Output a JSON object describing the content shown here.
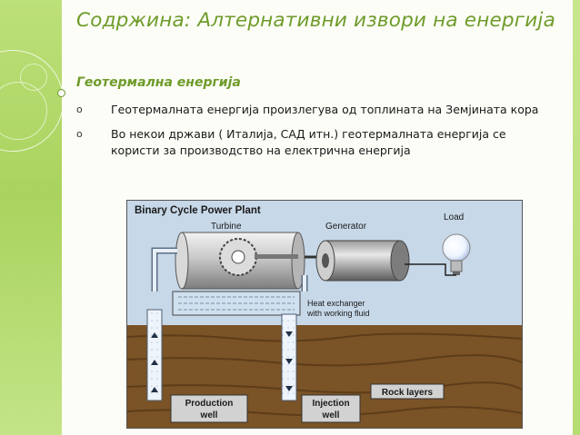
{
  "slide": {
    "title": "Содржина: Алтернативни извори на енергија",
    "subtitle": "Геотермална енергија",
    "bullets": [
      {
        "marker": "o",
        "text": "Геотермалната енергија произлегува од топлината на Земјината кора"
      },
      {
        "marker": "o",
        "text": "Во некои држави ( Италија, САД итн.) геотермалната енергија се користи за производство на електрична енергија"
      }
    ]
  },
  "diagram": {
    "title": "Binary Cycle Power Plant",
    "labels": {
      "turbine": "Turbine",
      "generator": "Generator",
      "load": "Load",
      "heat_exchanger_line1": "Heat exchanger",
      "heat_exchanger_line2": "with working fluid",
      "rock_layers": "Rock layers",
      "production_line1": "Production",
      "production_line2": "well",
      "injection_line1": "Injection",
      "injection_line2": "well"
    }
  },
  "colors": {
    "accent": "#6f9b2a",
    "sidebar": "#a9d35e",
    "diagram_sky": "#c7d8e8",
    "ground": "#7a5326"
  }
}
